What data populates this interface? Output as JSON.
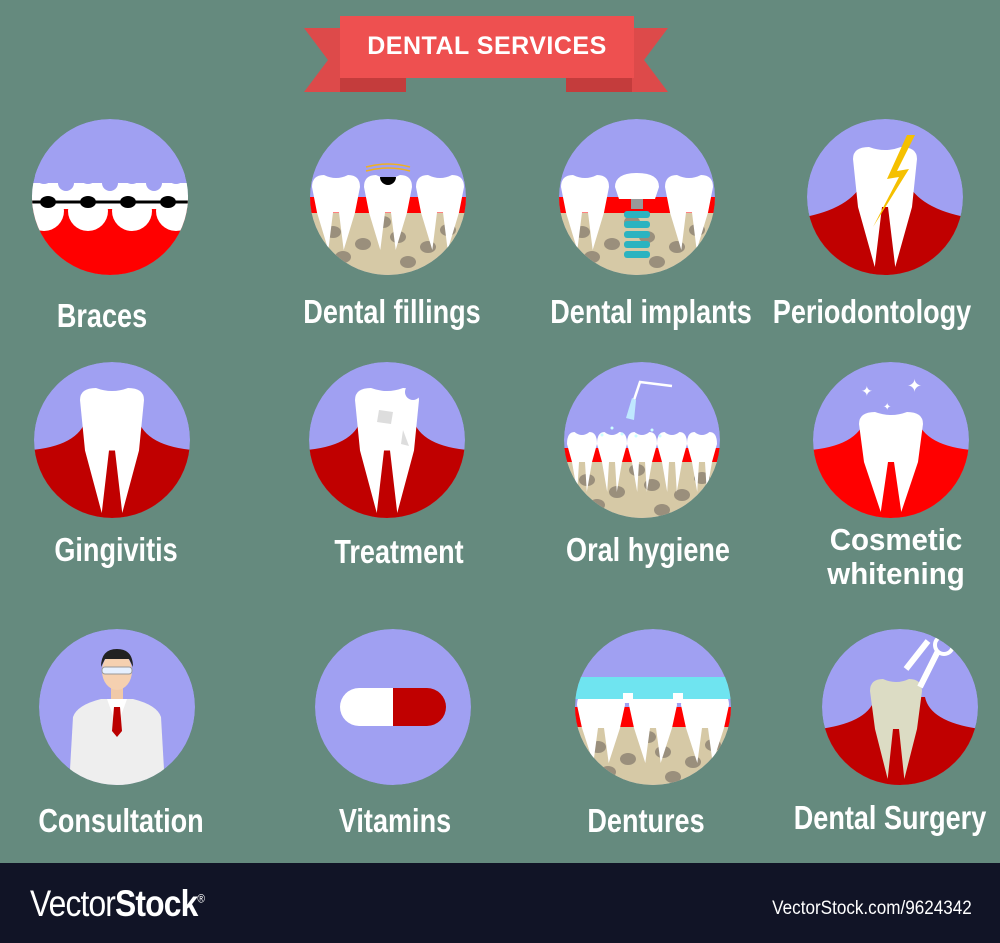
{
  "header": {
    "title": "DENTAL SERVICES"
  },
  "colors": {
    "background": "#658a7e",
    "circle": "#a0a0f2",
    "gum_red": "#ff0000",
    "gum_dark": "#c00000",
    "bone": "#d6c9a6",
    "banner": "#ee5050",
    "footer": "#111426"
  },
  "services": [
    {
      "label": "Braces",
      "icon": "braces-icon"
    },
    {
      "label": "Dental fillings",
      "icon": "filling-icon"
    },
    {
      "label": "Dental implants",
      "icon": "implant-icon"
    },
    {
      "label": "Periodontology",
      "icon": "toothache-icon"
    },
    {
      "label": "Gingivitis",
      "icon": "tooth-gum-icon"
    },
    {
      "label": "Treatment",
      "icon": "damaged-tooth-icon"
    },
    {
      "label": "Oral hygiene",
      "icon": "water-jet-icon"
    },
    {
      "label": "Cosmetic whitening",
      "icon": "sparkling-tooth-icon"
    },
    {
      "label": "Consultation",
      "icon": "dentist-icon"
    },
    {
      "label": "Vitamins",
      "icon": "pill-icon"
    },
    {
      "label": "Dentures",
      "icon": "dentures-icon"
    },
    {
      "label": "Dental Surgery",
      "icon": "extraction-forceps-icon"
    }
  ],
  "footer": {
    "logo_light": "Vector",
    "logo_bold": "Stock",
    "logo_mark": "®",
    "stock_id": "VectorStock.com/9624342"
  }
}
